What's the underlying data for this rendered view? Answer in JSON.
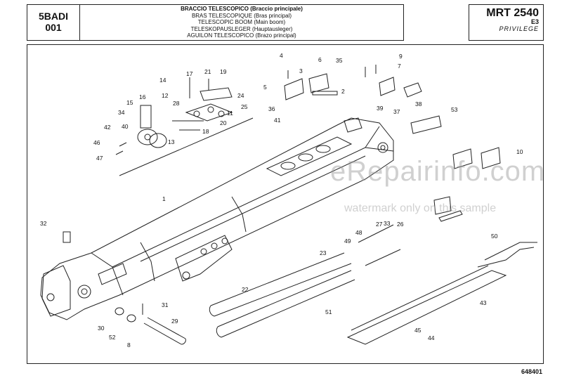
{
  "header": {
    "section_code": "5BADI",
    "section_number": "001",
    "titles": [
      "BRACCIO TELESCOPICO (Braccio principale)",
      "BRAS TELESCOPIQUE (Bras principal)",
      "TELESCOPIC BOOM (Main boom)",
      "TELESKOPAUSLEGER (Hauptausleger)",
      "AGUILON TELESCOPICO (Brazo principal)"
    ],
    "model": "MRT 2540",
    "series": "E3",
    "edition": "PRIVILEGE"
  },
  "footer": {
    "document_number": "648401"
  },
  "watermark": {
    "line1": "eRepairinfo.com",
    "line2": "watermark only on this sample"
  },
  "callouts": [
    {
      "n": "1"
    },
    {
      "n": "2"
    },
    {
      "n": "3"
    },
    {
      "n": "4"
    },
    {
      "n": "5"
    },
    {
      "n": "6"
    },
    {
      "n": "7"
    },
    {
      "n": "8"
    },
    {
      "n": "9"
    },
    {
      "n": "10"
    },
    {
      "n": "11"
    },
    {
      "n": "12"
    },
    {
      "n": "13"
    },
    {
      "n": "14"
    },
    {
      "n": "15"
    },
    {
      "n": "16"
    },
    {
      "n": "17"
    },
    {
      "n": "18"
    },
    {
      "n": "19"
    },
    {
      "n": "20"
    },
    {
      "n": "21"
    },
    {
      "n": "22"
    },
    {
      "n": "23"
    },
    {
      "n": "24"
    },
    {
      "n": "25"
    },
    {
      "n": "26"
    },
    {
      "n": "27"
    },
    {
      "n": "28"
    },
    {
      "n": "29"
    },
    {
      "n": "30"
    },
    {
      "n": "31"
    },
    {
      "n": "32"
    },
    {
      "n": "33"
    },
    {
      "n": "34"
    },
    {
      "n": "35"
    },
    {
      "n": "36"
    },
    {
      "n": "37"
    },
    {
      "n": "38"
    },
    {
      "n": "39"
    },
    {
      "n": "40"
    },
    {
      "n": "41"
    },
    {
      "n": "42"
    },
    {
      "n": "43"
    },
    {
      "n": "44"
    },
    {
      "n": "45"
    },
    {
      "n": "46"
    },
    {
      "n": "47"
    },
    {
      "n": "48"
    },
    {
      "n": "49"
    },
    {
      "n": "50"
    },
    {
      "n": "51"
    },
    {
      "n": "52"
    },
    {
      "n": "53"
    }
  ]
}
